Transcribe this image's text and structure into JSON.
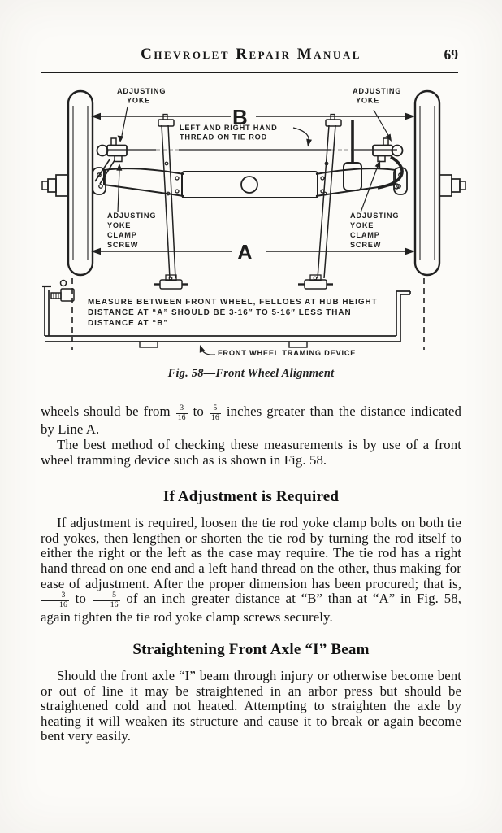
{
  "header": {
    "title": "Chevrolet Repair Manual",
    "page_number": "69"
  },
  "figure": {
    "caption": "Fig. 58—Front Wheel Alignment",
    "labels": {
      "adjusting": "ADJUSTING",
      "yoke": "YOKE",
      "clamp": "CLAMP",
      "screw": "SCREW",
      "dim_b": "B",
      "dim_a": "A",
      "thread_line1": "LEFT AND RIGHT HAND",
      "thread_line2": "THREAD ON TIE ROD",
      "note_line1": "MEASURE BETWEEN FRONT WHEEL, FELLOES AT HUB HEIGHT",
      "note_line2": "DISTANCE AT “A” SHOULD BE 3-16″ TO 5-16″ LESS THAN",
      "note_line3": "DISTANCE AT “B”",
      "tram_device": "FRONT WHEEL TRAMING DEVICE"
    }
  },
  "content": {
    "para1": {
      "pre": "wheels should be from ",
      "frac1": {
        "num": "3",
        "den": "16"
      },
      "mid": " to ",
      "frac2": {
        "num": "5",
        "den": "16"
      },
      "post": " inches greater than the distance indicated by Line A."
    },
    "para2": "The best method of checking these measurements is by use of a front wheel tramming device such as is shown in Fig. 58.",
    "heading1": "If Adjustment is Required",
    "para3": {
      "pre": "If adjustment is required, loosen the tie rod yoke clamp bolts on both tie rod yokes, then lengthen or shorten the tie rod by turning the rod itself to either the right or the left as the case may require. The tie rod has a right hand thread on one end and a left hand thread on the other, thus making for ease of adjustment. After the proper dimension has been procured; that is, ",
      "frac1": {
        "num": "3",
        "den": "16"
      },
      "mid": " to ",
      "frac2": {
        "num": "5",
        "den": "16"
      },
      "post": " of an inch greater distance at “B” than at “A” in Fig. 58, again tighten the tie rod yoke clamp screws securely."
    },
    "heading2": "Straightening Front Axle “I” Beam",
    "para4": "Should the front axle “I” beam through injury or otherwise become bent or out of line it may be straightened in an arbor press but should be straightened cold and not heated. Attempting to straighten the axle by heating it will weaken its structure and cause it to break or again become bent very easily."
  },
  "colors": {
    "paper": "#fcfbf8",
    "ink": "#1c1c1c"
  }
}
